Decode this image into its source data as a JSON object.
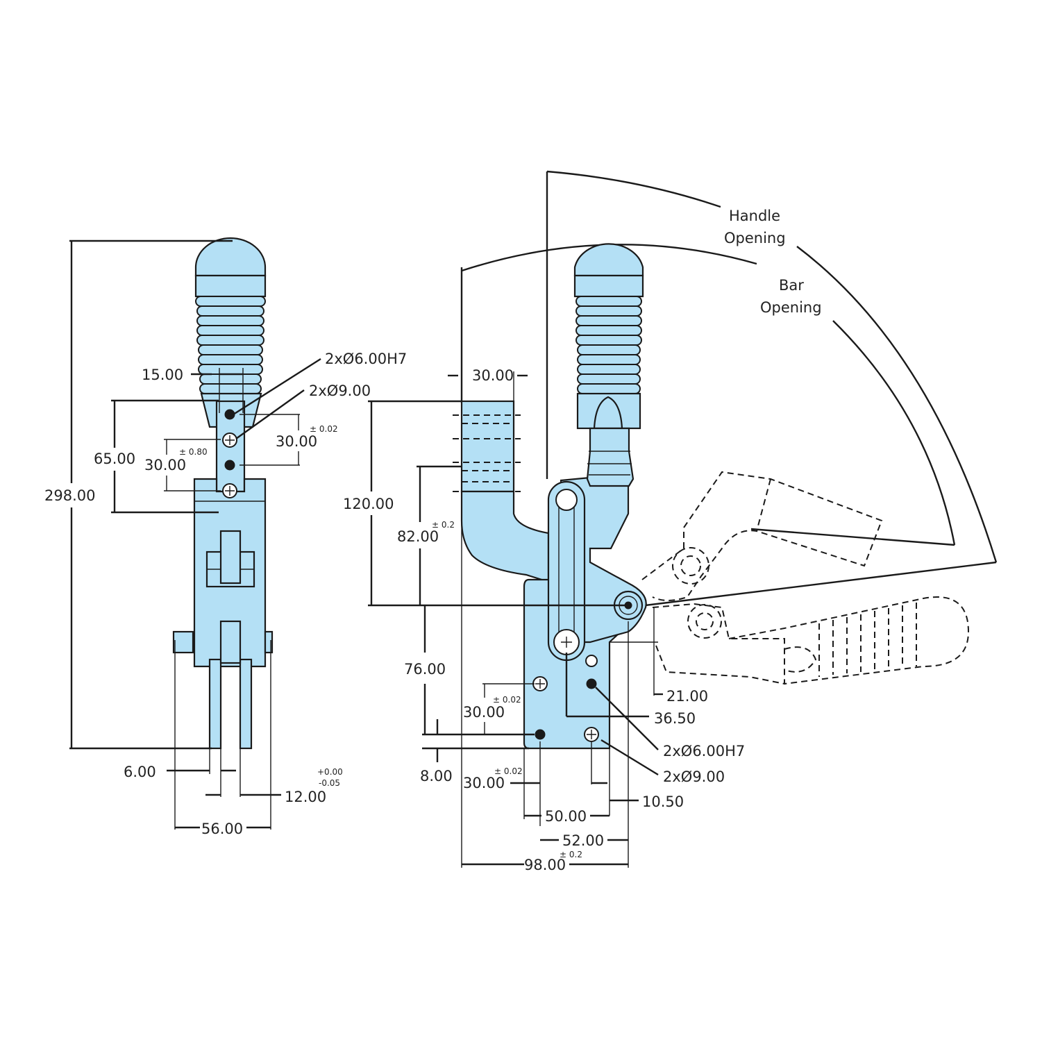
{
  "colors": {
    "part_fill": "#b4e0f5",
    "line": "#1a1a1a",
    "background": "#ffffff"
  },
  "side_view": {
    "dims": {
      "d15": "15.00",
      "d65": "65.00",
      "d30_left": "30.00",
      "tol_080": "± 0.80",
      "d30_right": "30.00",
      "tol_002_a": "± 0.02",
      "d298": "298.00",
      "d6": "6.00",
      "d12": "12.00",
      "tol_plus": "+0.00",
      "tol_minus": "-0.05",
      "d56": "56.00",
      "hole_h7": "2xØ6.00H7",
      "hole_9": "2xØ9.00"
    }
  },
  "front_view": {
    "handle_opening": [
      "Handle",
      "Opening"
    ],
    "bar_opening": [
      "Bar",
      "Opening"
    ],
    "dims": {
      "d30_top": "30.00",
      "d120": "120.00",
      "d82": "82.00",
      "tol_02_a": "± 0.2",
      "d76": "76.00",
      "d30_mid": "30.00",
      "tol_002_b": "± 0.02",
      "d8": "8.00",
      "d30_bot": "30.00",
      "tol_002_c": "± 0.02",
      "d50": "50.00",
      "d52": "52.00",
      "d98": "98.00",
      "tol_02_b": "± 0.2",
      "d10_5": "10.50",
      "d21": "21.00",
      "d36_5": "36.50",
      "hole_h7": "2xØ6.00H7",
      "hole_9": "2xØ9.00"
    }
  }
}
